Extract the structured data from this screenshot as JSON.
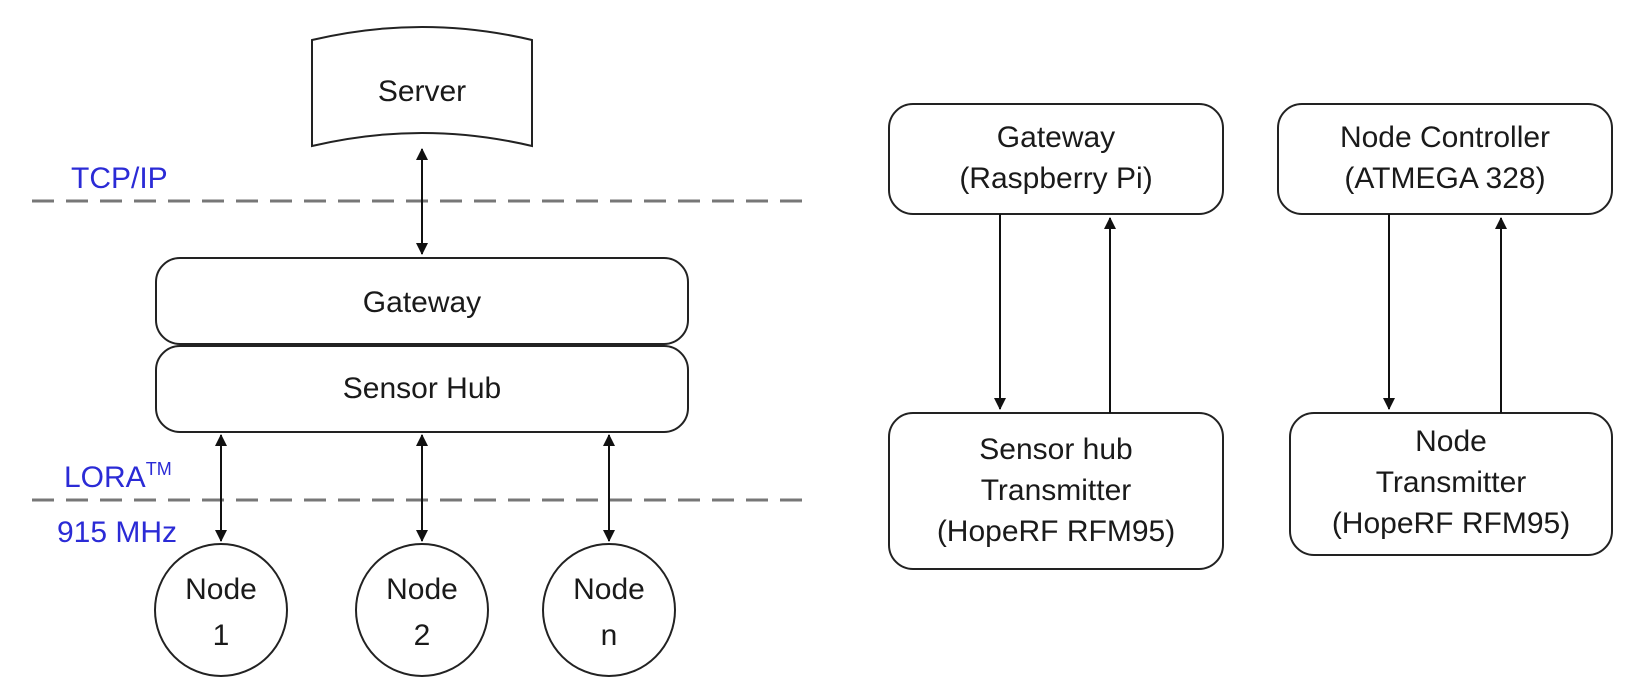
{
  "left": {
    "server": "Server",
    "gateway": "Gateway",
    "sensor_hub": "Sensor Hub",
    "tcpip": "TCP/IP",
    "lora": "LORA",
    "lora_tm": "TM",
    "freq": "915 MHz",
    "nodes": [
      {
        "line1": "Node",
        "line2": "1"
      },
      {
        "line1": "Node",
        "line2": "2"
      },
      {
        "line1": "Node",
        "line2": "n"
      }
    ]
  },
  "right": {
    "gateway_box": {
      "line1": "Gateway",
      "line2": "(Raspberry Pi)"
    },
    "controller_box": {
      "line1": "Node Controller",
      "line2": "(ATMEGA 328)"
    },
    "hub_tx_box": {
      "line1": "Sensor hub",
      "line2": "Transmitter",
      "line3": "(HopeRF RFM95)"
    },
    "node_tx_box": {
      "line1": "Node",
      "line2": "Transmitter",
      "line3": "(HopeRF RFM95)"
    }
  },
  "colors": {
    "label_blue": "#2b2bd6",
    "dashed_line": "#777777",
    "stroke": "#222222"
  }
}
